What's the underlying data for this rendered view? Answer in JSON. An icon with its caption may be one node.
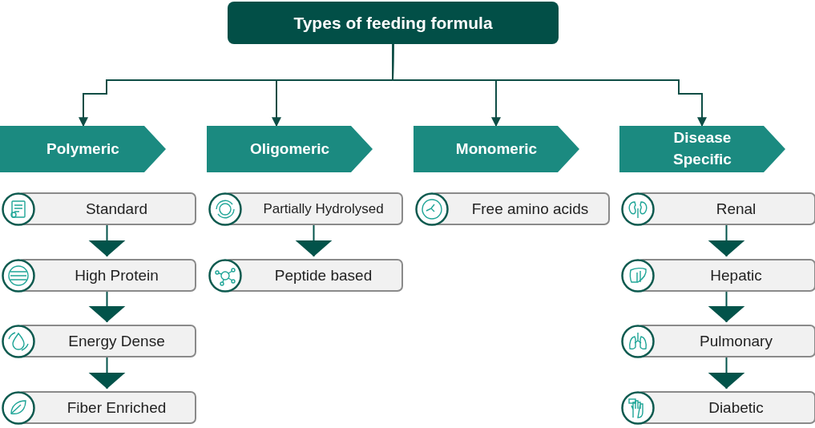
{
  "diagram": {
    "nodes": [
      {
        "text": [
          "Types of feeding formula"
        ]
      },
      {
        "text": [
          "Polymeric"
        ]
      },
      {
        "text": [
          "Oligomeric"
        ]
      },
      {
        "text": [
          "Monomeric"
        ]
      },
      {
        "text": [
          "Disease Specific"
        ]
      },
      {
        "text": [
          "Standard"
        ]
      },
      {
        "text": [
          "High Protein"
        ]
      },
      {
        "text": [
          "Energy Dense"
        ]
      },
      {
        "text": [
          "Fiber Enriched"
        ]
      },
      {
        "text": [
          "Partially Hydrolysed"
        ]
      },
      {
        "text": [
          "Peptide based"
        ]
      },
      {
        "text": [
          "Free amino acids"
        ]
      },
      {
        "text": [
          "Renal"
        ]
      },
      {
        "text": [
          "Hepatic"
        ]
      },
      {
        "text": [
          "Pulmonary"
        ]
      },
      {
        "text": [
          "Diabetic"
        ]
      }
    ],
    "edges": [
      {
        "from": 0,
        "to": 1,
        "arrow": "to"
      },
      {
        "from": 0,
        "to": 2,
        "arrow": "to"
      },
      {
        "from": 0,
        "to": 3,
        "arrow": "to"
      },
      {
        "from": 0,
        "to": 4,
        "arrow": "to"
      },
      {
        "from": 5,
        "to": 6,
        "arrow": "to"
      },
      {
        "from": 6,
        "to": 7,
        "arrow": "to"
      },
      {
        "from": 7,
        "to": 8,
        "arrow": "to"
      },
      {
        "from": 9,
        "to": 10,
        "arrow": "to"
      },
      {
        "from": 12,
        "to": 13,
        "arrow": "to"
      },
      {
        "from": 13,
        "to": 14,
        "arrow": "to"
      },
      {
        "from": 14,
        "to": 15,
        "arrow": "to"
      }
    ]
  }
}
